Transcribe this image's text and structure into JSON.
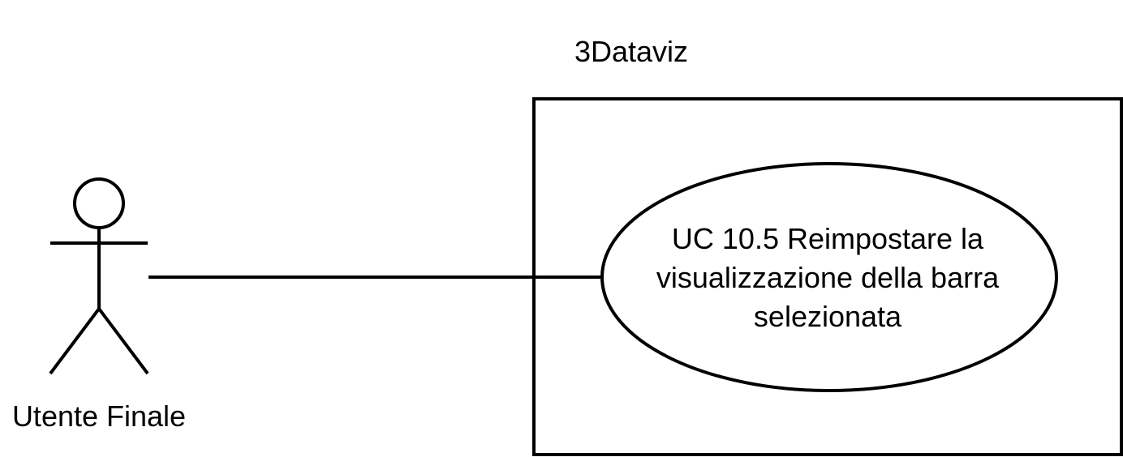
{
  "system": {
    "title": "3Dataviz"
  },
  "actor": {
    "label": "Utente Finale"
  },
  "use_case": {
    "lines": [
      "UC 10.5 Reimpostare la",
      "visualizzazione della barra",
      "selezionata"
    ]
  },
  "colors": {
    "stroke": "#000000",
    "background": "#ffffff"
  }
}
